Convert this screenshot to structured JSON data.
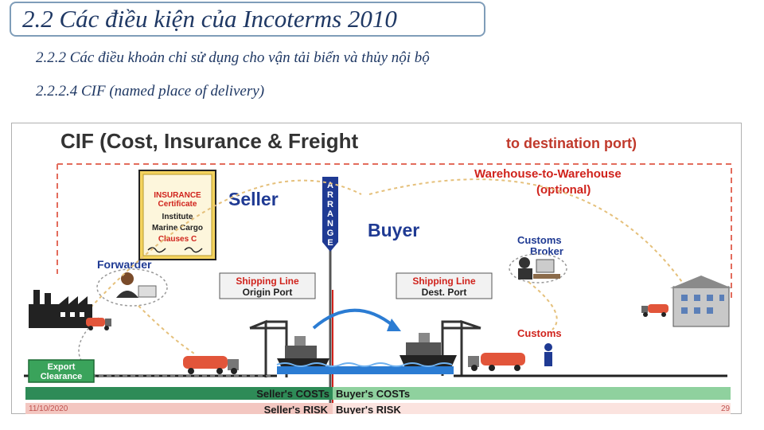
{
  "slide": {
    "title": "2.2 Các điều kiện của Incoterms 2010",
    "subtitle_1": "2.2.2 Các điều khoản chỉ sử dụng cho vận tải biển và thủy nội bộ",
    "subtitle_2": "2.2.2.4 CIF (named place of delivery)",
    "date": "11/10/2020",
    "page_number": "29"
  },
  "diagram": {
    "heading_left": "CIF (Cost, Insurance & Freight",
    "heading_right": "to destination port)",
    "warehouse_line1": "Warehouse-to-Warehouse",
    "warehouse_line2": "(optional)",
    "cert": {
      "line1": "INSURANCE",
      "line2": "Certificate",
      "line3": "Institute",
      "line4": "Marine Cargo",
      "line5": "Clauses C"
    },
    "seller": "Seller",
    "buyer": "Buyer",
    "arrange": [
      "A",
      "R",
      "R",
      "A",
      "N",
      "G",
      "E"
    ],
    "forwarder": "Forwarder",
    "customs_broker_1": "Customs",
    "customs_broker_2": "Broker",
    "origin_1": "Shipping Line",
    "origin_2": "Origin Port",
    "dest_1": "Shipping Line",
    "dest_2": "Dest. Port",
    "customs": "Customs",
    "export_1": "Export",
    "export_2": "Clearance",
    "sellers_costs": "Seller's COSTs",
    "buyers_costs": "Buyer's COSTs",
    "sellers_risk": "Seller's RISK",
    "buyers_risk": "Buyer's RISK",
    "colors": {
      "heading": "#333333",
      "accent_red": "#d0231c",
      "navy": "#1f3a93",
      "green": "#2e8b57",
      "water": "#2b7cd3"
    }
  }
}
